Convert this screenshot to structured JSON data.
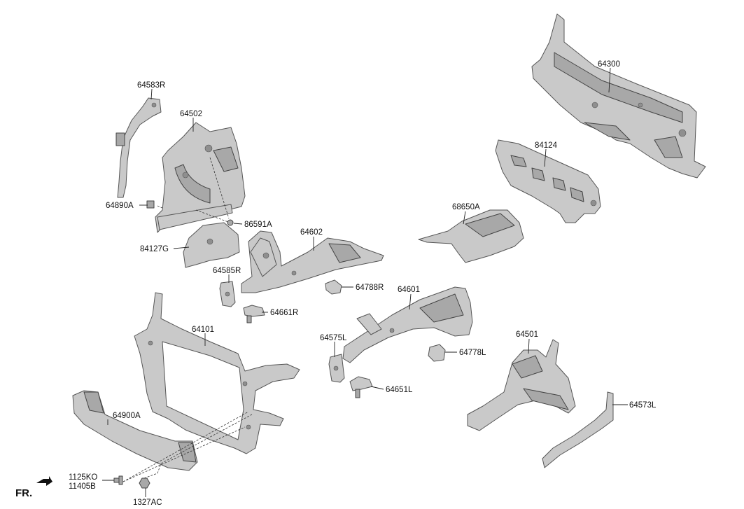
{
  "parts": [
    {
      "id": "p64300",
      "label": "64300"
    },
    {
      "id": "p84124",
      "label": "84124"
    },
    {
      "id": "p68650A",
      "label": "68650A"
    },
    {
      "id": "p64583R",
      "label": "64583R"
    },
    {
      "id": "p64502",
      "label": "64502"
    },
    {
      "id": "p64890A",
      "label": "64890A"
    },
    {
      "id": "p86591A",
      "label": "86591A"
    },
    {
      "id": "p84127G",
      "label": "84127G"
    },
    {
      "id": "p64602",
      "label": "64602"
    },
    {
      "id": "p64585R",
      "label": "64585R"
    },
    {
      "id": "p64788R",
      "label": "64788R"
    },
    {
      "id": "p64661R",
      "label": "64661R"
    },
    {
      "id": "p64601",
      "label": "64601"
    },
    {
      "id": "p64101",
      "label": "64101"
    },
    {
      "id": "p64575L",
      "label": "64575L"
    },
    {
      "id": "p64778L",
      "label": "64778L"
    },
    {
      "id": "p64651L",
      "label": "64651L"
    },
    {
      "id": "p64501",
      "label": "64501"
    },
    {
      "id": "p64573L",
      "label": "64573L"
    },
    {
      "id": "p64900A",
      "label": "64900A"
    },
    {
      "id": "p1125KO",
      "label": "1125KO"
    },
    {
      "id": "p11405B",
      "label": "11405B"
    },
    {
      "id": "p1327AC",
      "label": "1327AC"
    }
  ],
  "direction": {
    "label": "FR."
  }
}
